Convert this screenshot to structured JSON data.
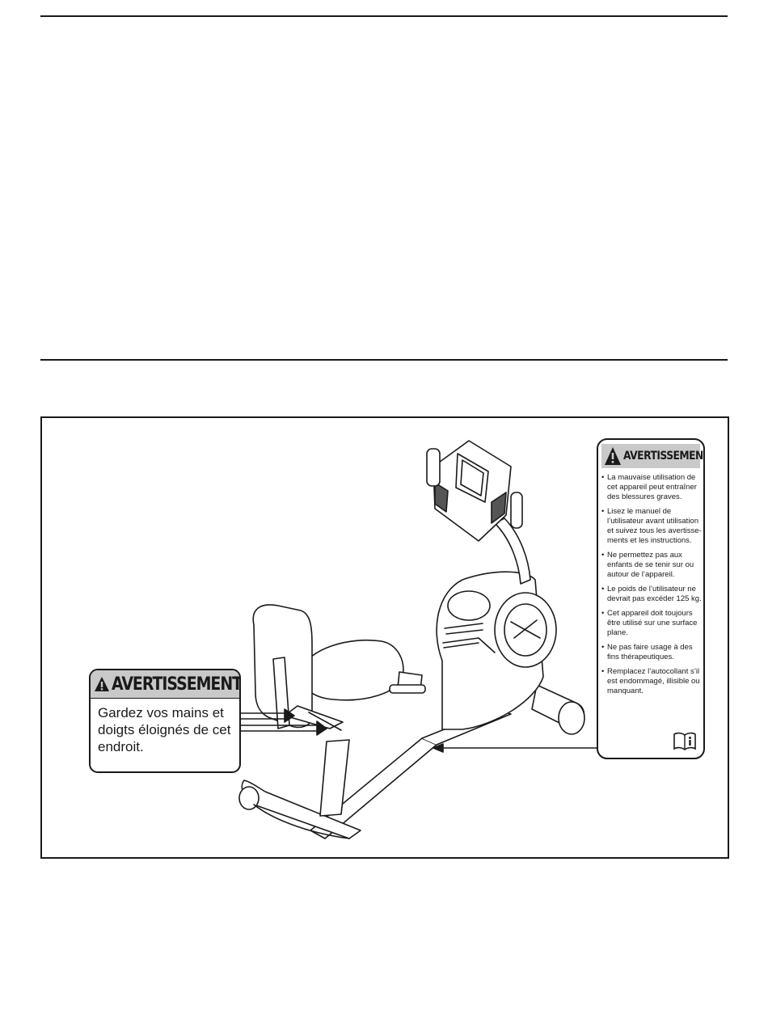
{
  "left_label": {
    "heading": "AVERTISSEMENT",
    "body": "Gardez vos mains et doigts éloignés de cet endroit."
  },
  "right_label": {
    "heading": "AVERTISSEMENT",
    "items": [
      "La mauvaise utilisation de cet appareil peut entraîner des blessures graves.",
      "Lisez le manuel de l’utilisateur avant utilisation et suivez tous les avertisse-ments et les instructions.",
      "Ne permettez pas aux enfants de se tenir sur ou autour de l’appareil.",
      "Le poids de l’utilisateur ne devrait pas excéder 125 kg.",
      "Cet appareil doit toujours être utilisé sur une surface plane.",
      "Ne pas faire usage à des fins thérapeutiques.",
      "Remplacez l’autocollant s’il est endommagé, illisible ou manquant."
    ],
    "icon": "read-manual-icon"
  },
  "illustration": {
    "subject": "recumbent-exercise-bike"
  }
}
